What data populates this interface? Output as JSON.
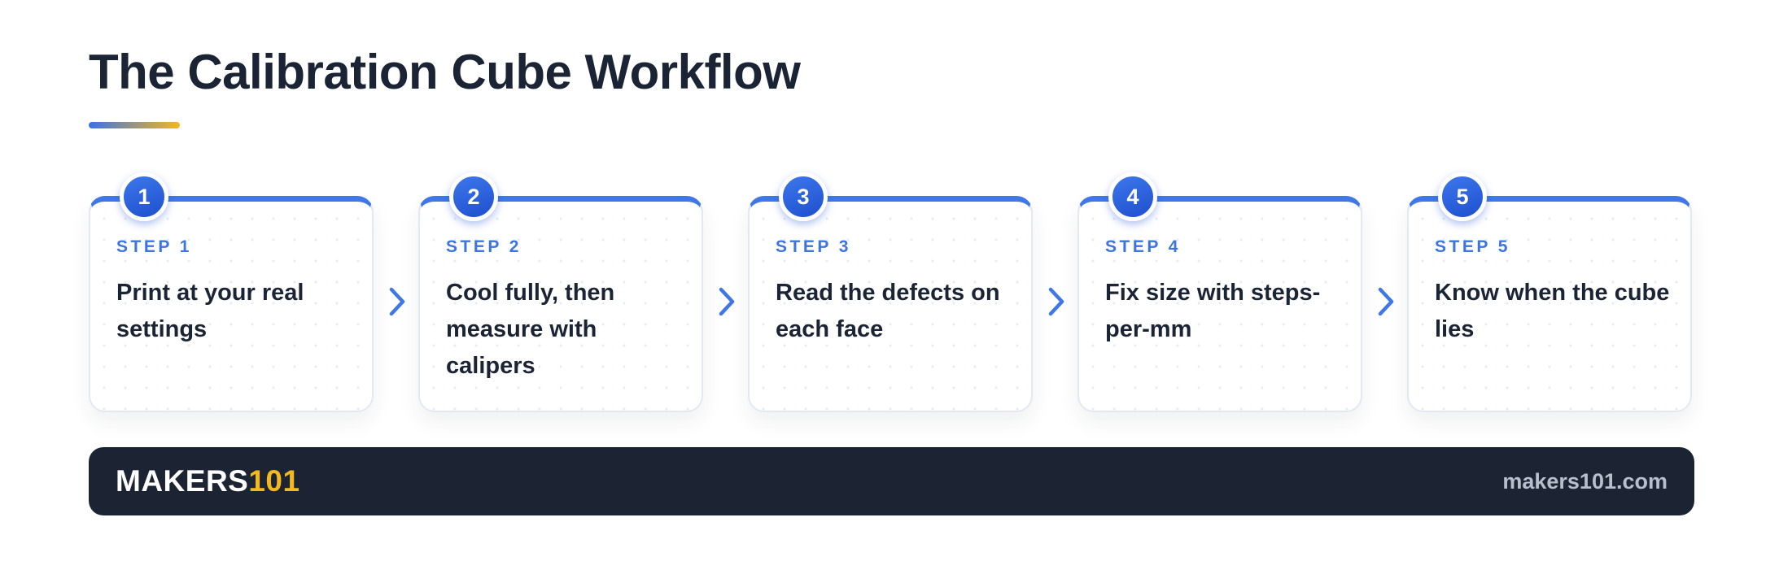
{
  "header": {
    "title": "The Calibration Cube Workflow"
  },
  "steps": [
    {
      "number": "1",
      "label": "STEP 1",
      "text": "Print at your real settings"
    },
    {
      "number": "2",
      "label": "STEP 2",
      "text": "Cool fully, then measure with calipers"
    },
    {
      "number": "3",
      "label": "STEP 3",
      "text": "Read the defects on each face"
    },
    {
      "number": "4",
      "label": "STEP 4",
      "text": "Fix size with steps-per-mm"
    },
    {
      "number": "5",
      "label": "STEP 5",
      "text": "Know when the cube lies"
    }
  ],
  "footer": {
    "brand_main": "MAKERS",
    "brand_accent": "101",
    "url": "makers101.com"
  },
  "colors": {
    "accent_blue": "#3f78e6",
    "accent_yellow": "#f3b81f",
    "footer_bg": "#1c2333",
    "text_dark": "#1b2435"
  },
  "icons": {
    "connector": "chevron-right-icon"
  }
}
